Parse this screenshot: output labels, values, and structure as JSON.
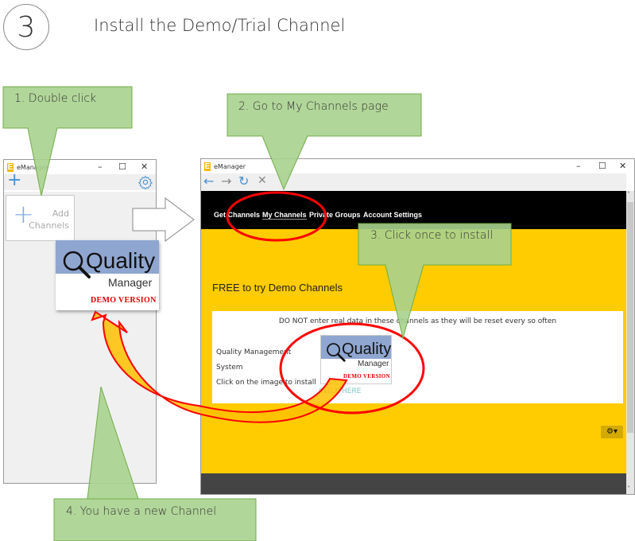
{
  "step": {
    "number": "3",
    "title": "Install the Demo/Trial Channel"
  },
  "callouts": [
    {
      "id": 1,
      "text": "1. Double click"
    },
    {
      "id": 2,
      "text": "2. Go to My Channels page"
    },
    {
      "id": 3,
      "text": "3. Click once to install"
    },
    {
      "id": 4,
      "text": "4. You have a new Channel"
    }
  ],
  "colors": {
    "callout_fill": "#a9d18e",
    "callout_border": "#70ad47",
    "highlight_red": "#ff0000",
    "arrow_fill": "#ffc000",
    "app_yellow": "#fecc00"
  },
  "left_window": {
    "title": "eManager",
    "controls": {
      "minimize": "–",
      "maximize": "☐",
      "close": "✕"
    },
    "toolbar": {
      "add_icon": "plus-icon",
      "settings_icon": "gear-icon"
    },
    "add_channels": {
      "line1": "Add",
      "line2": "Channels"
    },
    "installed_tile": {
      "title": "Quality",
      "subtitle": "Manager",
      "badge": "DEMO VERSION"
    }
  },
  "right_window": {
    "title": "eManager",
    "controls": {
      "minimize": "–",
      "maximize": "☐",
      "close": "✕"
    },
    "nav": {
      "back": "←",
      "forward": "→",
      "refresh": "↻",
      "stop": "✕"
    },
    "menu": [
      {
        "label": "Get Channels"
      },
      {
        "label": "My Channels",
        "active": true
      },
      {
        "label": "Private Groups"
      },
      {
        "label": "Account Settings"
      }
    ],
    "section_title": "FREE to try Demo Channels",
    "warning": "DO NOT enter real data in these channels as they will be reset every so often",
    "channel": {
      "name_line1": "Quality Management",
      "name_line2": "System",
      "instruction": "Click on the image to install",
      "link": "CLICK HERE",
      "tile": {
        "title": "Quality",
        "subtitle": "Manager",
        "badge": "DEMO VERSION"
      }
    },
    "settings_button": "⚙▾"
  }
}
